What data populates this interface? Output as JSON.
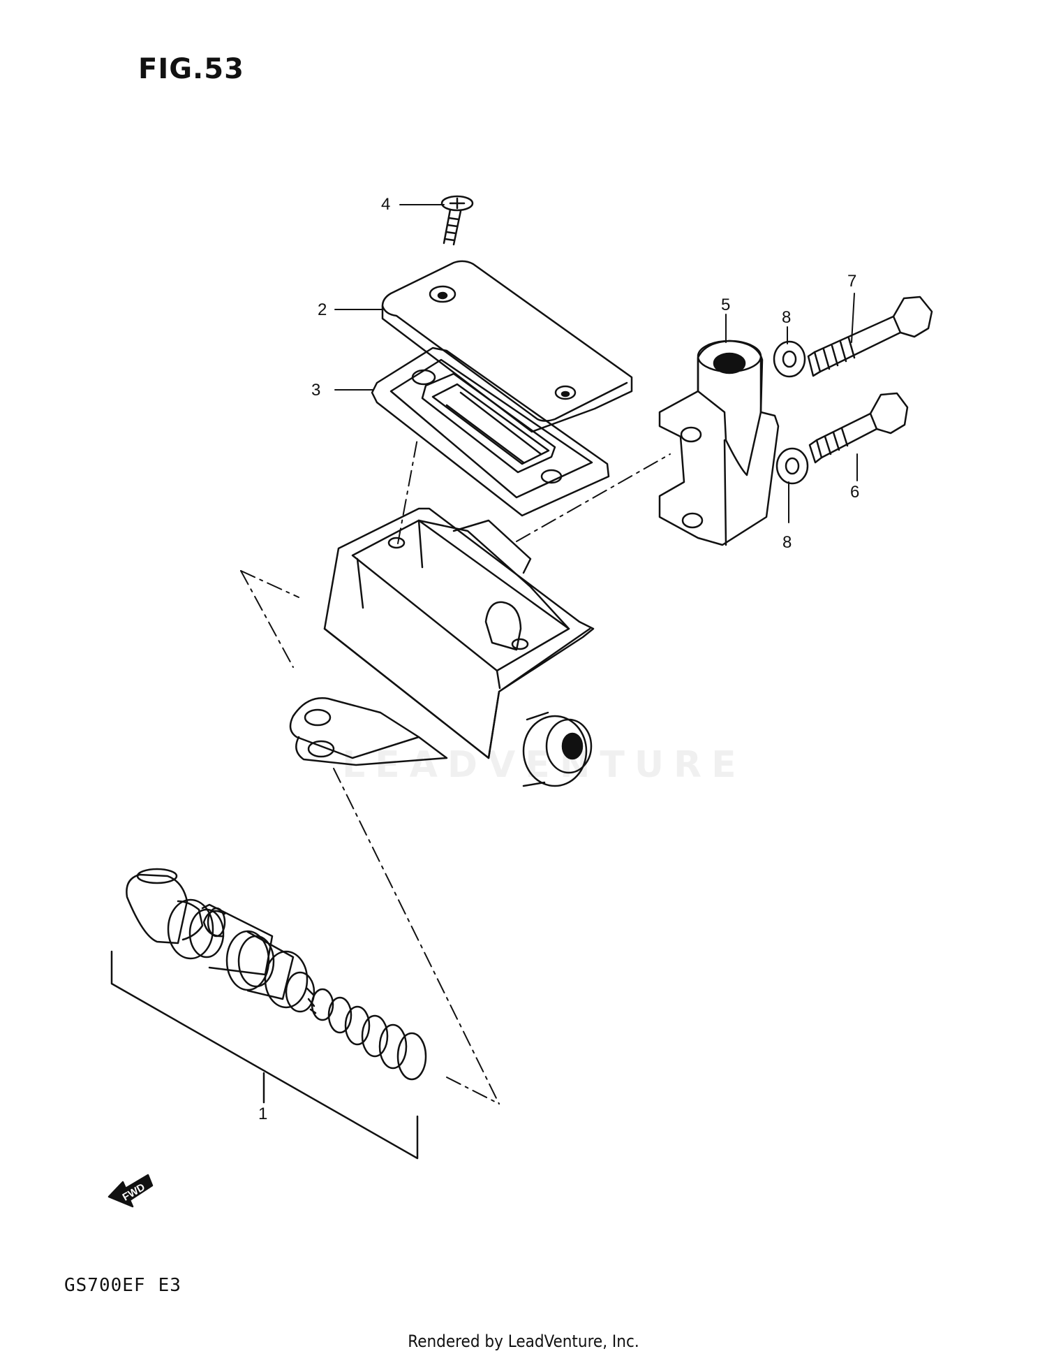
{
  "figure_title": "FIG.53",
  "model_code": [
    "GS700EF",
    "E3"
  ],
  "footer": "Rendered by LeadVenture, Inc.",
  "watermark": "LEADVENTURE",
  "fwd_label": "FWD",
  "callouts": [
    "1",
    "2",
    "3",
    "4",
    "5",
    "6",
    "7",
    "8",
    "8"
  ],
  "colors": {
    "ink": "#111111",
    "background": "#ffffff"
  }
}
